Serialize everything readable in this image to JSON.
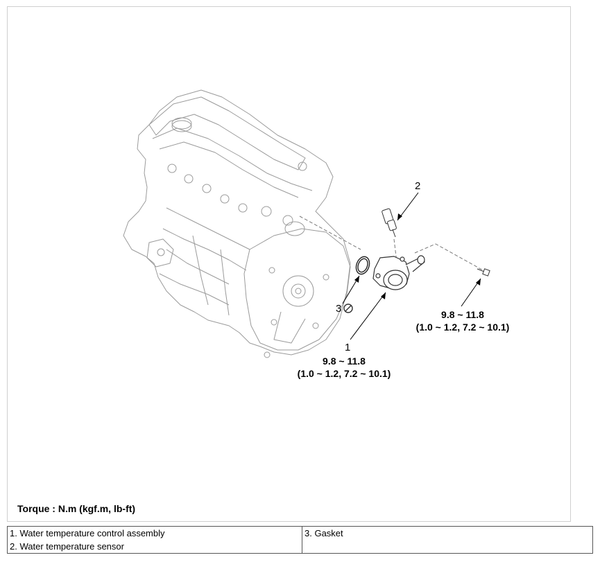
{
  "callouts": {
    "c1": "1",
    "c2": "2",
    "c3": "3"
  },
  "torque_specs": {
    "bolt": {
      "line1": "9.8 ~ 11.8",
      "line2": "(1.0 ~ 1.2, 7.2 ~ 10.1)"
    },
    "assembly": {
      "line1": "9.8 ~ 11.8",
      "line2": "(1.0 ~ 1.2, 7.2 ~ 10.1)"
    }
  },
  "torque_unit": "Torque : N.m (kgf.m, lb-ft)",
  "legend": {
    "rows": [
      {
        "left": "1. Water temperature control assembly",
        "right": "3. Gasket"
      },
      {
        "left": "2. Water temperature sensor",
        "right": ""
      }
    ]
  },
  "icons": {
    "gasket_replace_symbol": "no-reuse-icon"
  }
}
